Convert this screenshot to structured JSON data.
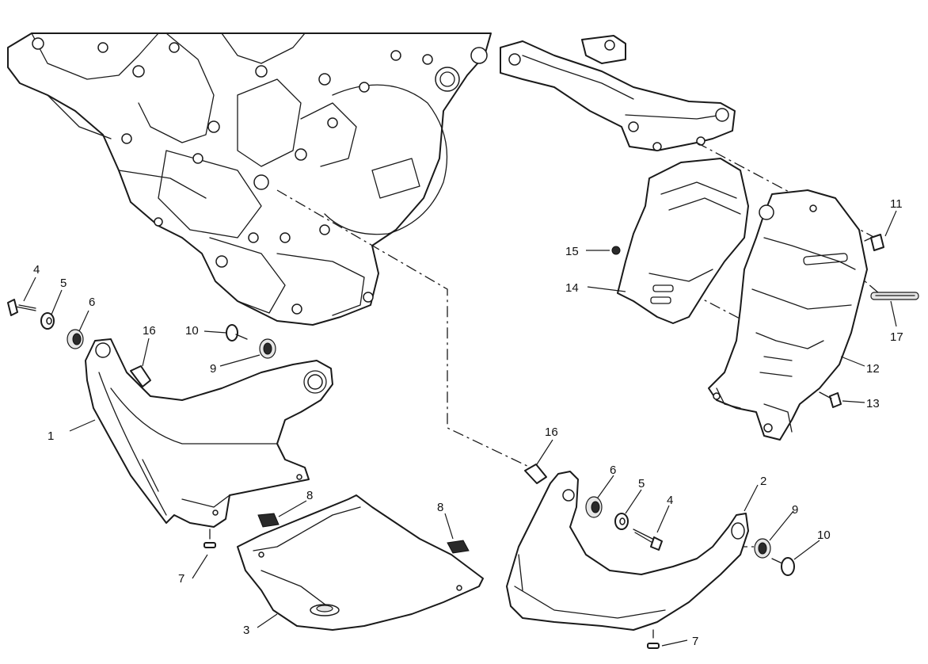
{
  "callouts": {
    "c1": "1",
    "c2": "2",
    "c3": "3",
    "c4a": "4",
    "c4b": "4",
    "c5a": "5",
    "c5b": "5",
    "c6a": "6",
    "c6b": "6",
    "c7a": "7",
    "c7b": "7",
    "c8a": "8",
    "c8b": "8",
    "c9a": "9",
    "c9b": "9",
    "c10a": "10",
    "c10b": "10",
    "c11": "11",
    "c12": "12",
    "c13": "13",
    "c14": "14",
    "c15": "15",
    "c16a": "16",
    "c16b": "16",
    "c17": "17"
  },
  "colors": {
    "line": "#1a1a1a",
    "background": "#ffffff",
    "shade": "#e6e6e6"
  }
}
